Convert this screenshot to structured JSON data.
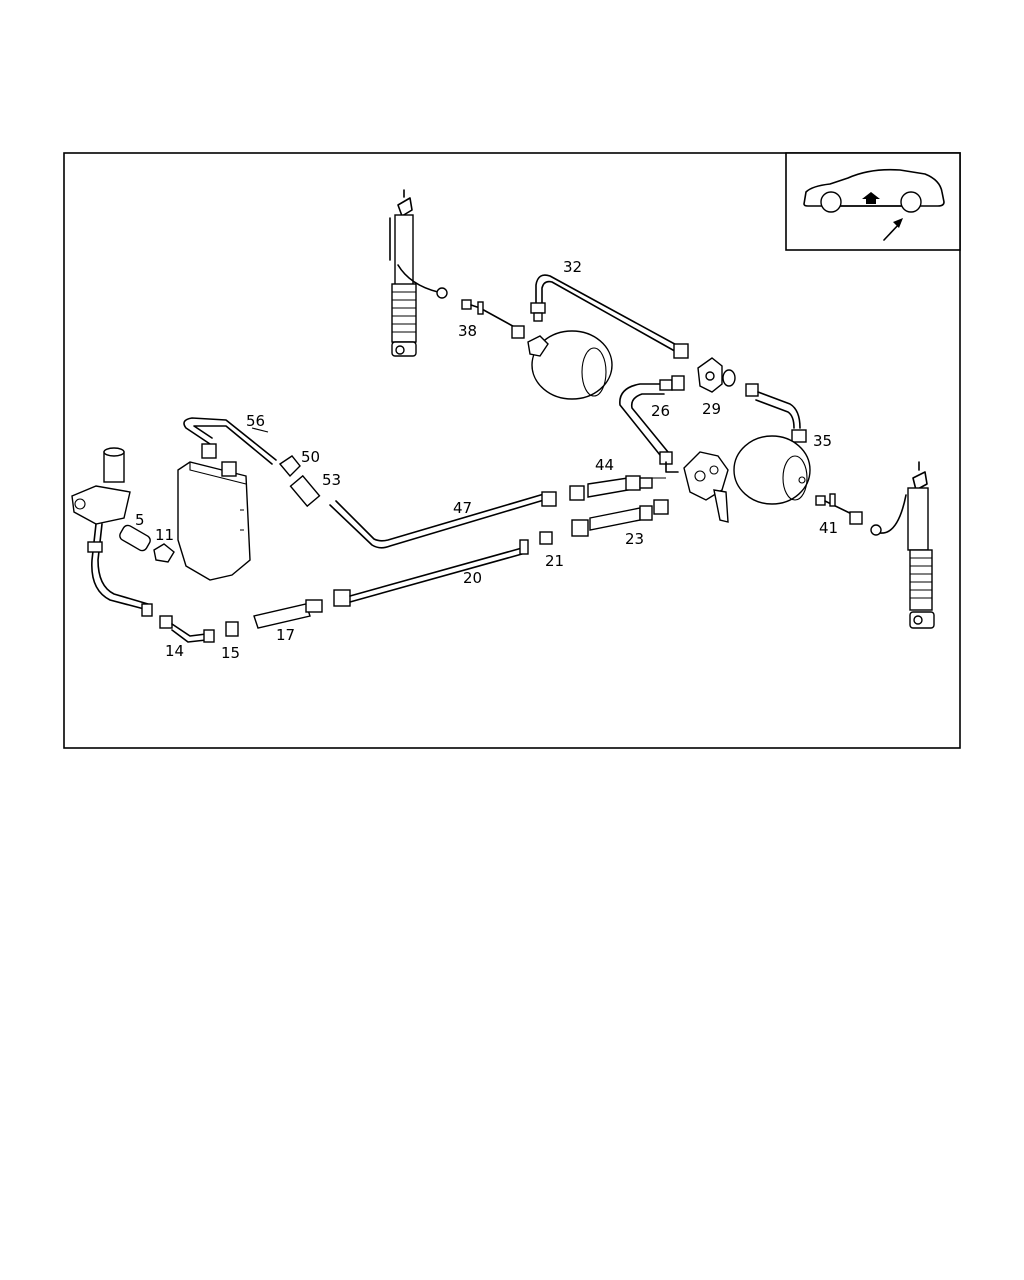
{
  "diagram": {
    "part_labels": {
      "p5": "5",
      "p11": "11",
      "p14": "14",
      "p15": "15",
      "p17": "17",
      "p20": "20",
      "p21": "21",
      "p23": "23",
      "p26": "26",
      "p29": "29",
      "p32": "32",
      "p35": "35",
      "p38": "38",
      "p41": "41",
      "p44": "44",
      "p47": "47",
      "p50": "50",
      "p53": "53",
      "p56": "56"
    },
    "inset": {
      "icons": [
        "car-silhouette-icon",
        "arrow-up-icon",
        "arrow-diagonal-icon"
      ]
    }
  }
}
